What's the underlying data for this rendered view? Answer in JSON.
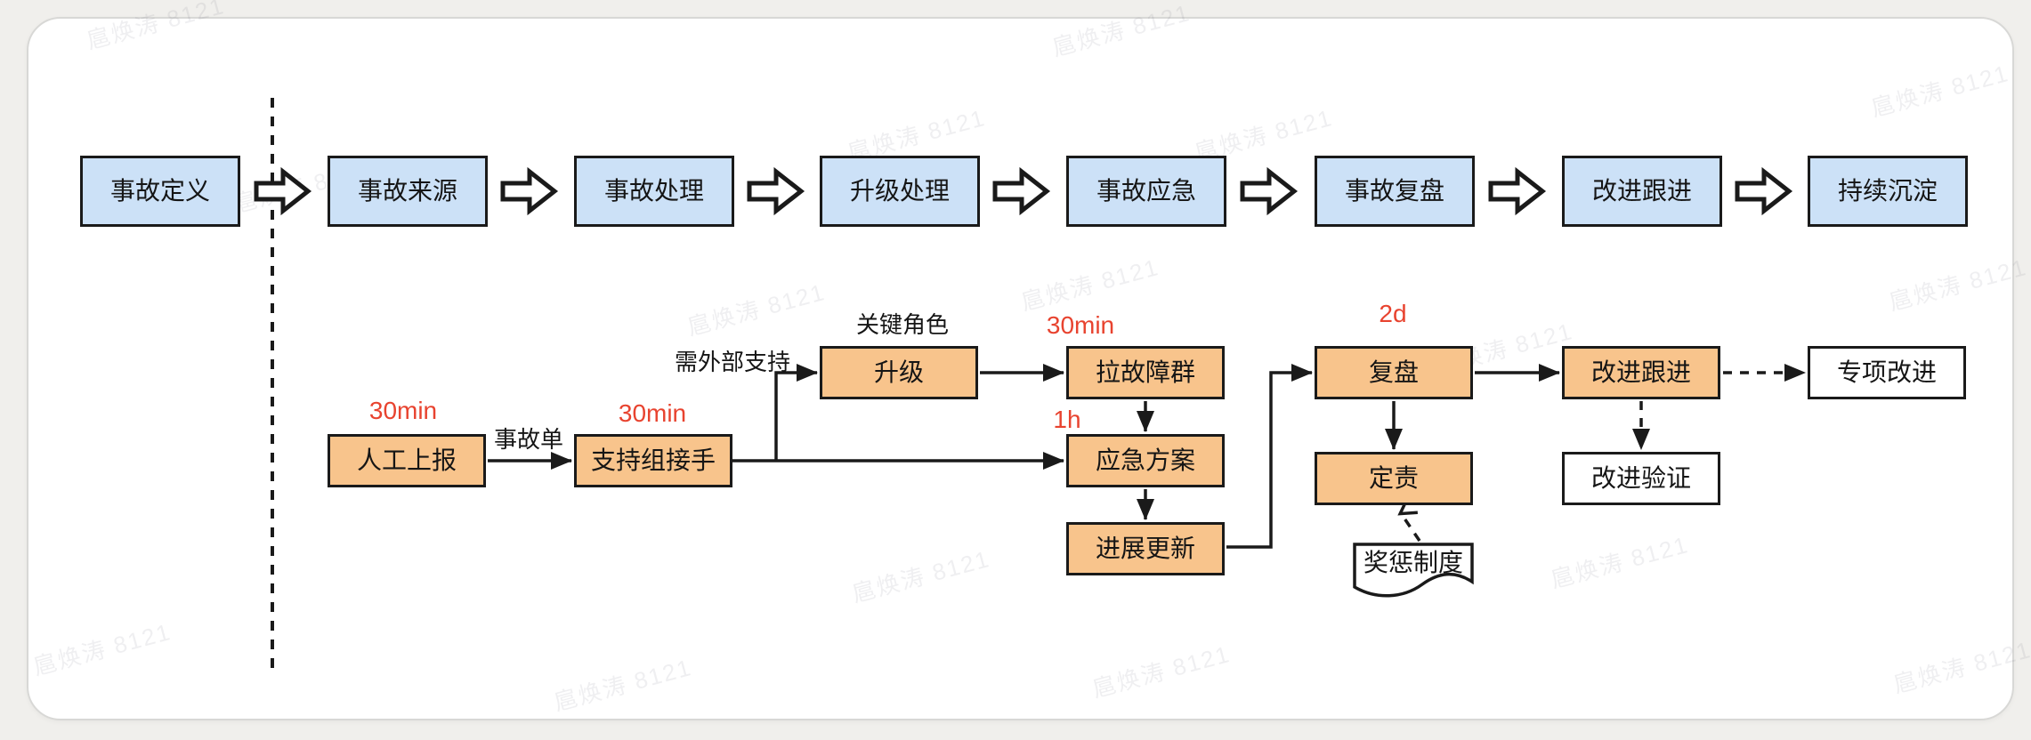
{
  "watermark": {
    "text": "扈焕涛 8121"
  },
  "colors": {
    "page_bg": "#f0efec",
    "card_bg": "#ffffff",
    "card_border": "#d8d8d6",
    "node_blue_fill": "#cce1f7",
    "node_orange_fill": "#f8c48c",
    "node_white_fill": "#ffffff",
    "stroke_black": "#1a1a1a",
    "time_red": "#e8432f"
  },
  "top_flow": {
    "steps": [
      {
        "label": "事故定义"
      },
      {
        "label": "事故来源"
      },
      {
        "label": "事故处理"
      },
      {
        "label": "升级处理"
      },
      {
        "label": "事故应急"
      },
      {
        "label": "事故复盘"
      },
      {
        "label": "改进跟进"
      },
      {
        "label": "持续沉淀"
      }
    ]
  },
  "detail_flow": {
    "nodes": {
      "manual_report": {
        "label": "人工上报",
        "time": "30min"
      },
      "support_takeover": {
        "label": "支持组接手",
        "time": "30min"
      },
      "escalate": {
        "label": "升级",
        "note": "关键角色"
      },
      "create_incident_group": {
        "label": "拉故障群",
        "time": "30min"
      },
      "emergency_plan": {
        "label": "应急方案",
        "time": "1h"
      },
      "progress_update": {
        "label": "进展更新"
      },
      "review": {
        "label": "复盘",
        "time": "2d"
      },
      "accountability": {
        "label": "定责"
      },
      "improvement_followup": {
        "label": "改进跟进"
      },
      "improvement_verify": {
        "label": "改进验证"
      },
      "special_improvement": {
        "label": "专项改进"
      },
      "reward_punishment": {
        "label": "奖惩制度"
      }
    },
    "edge_labels": {
      "incident_ticket": "事故单",
      "need_external_support": "需外部支持"
    }
  }
}
